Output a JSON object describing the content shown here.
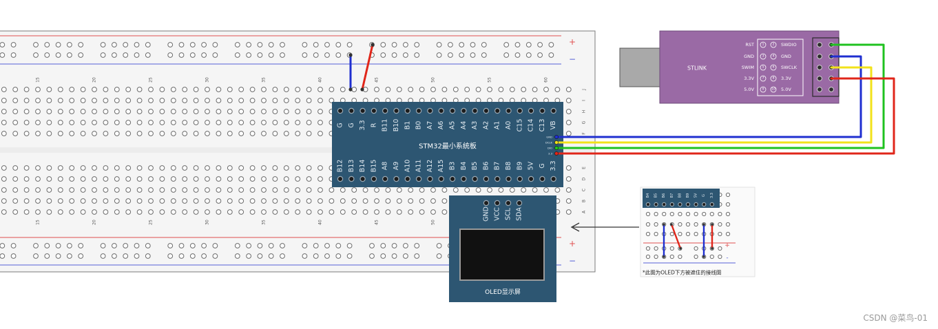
{
  "breadboard": {
    "column_numbers": [
      "15",
      "20",
      "25",
      "30",
      "35",
      "40",
      "45",
      "50",
      "55",
      "60"
    ],
    "row_letters_top": [
      "J",
      "I",
      "H",
      "G",
      "F"
    ],
    "row_letters_bottom": [
      "E",
      "D",
      "C",
      "B",
      "A"
    ],
    "rail_plus": "+",
    "rail_minus": "−"
  },
  "stm32": {
    "title": "STM32最小系统板",
    "top_pins": [
      "G",
      "G",
      "3.3",
      "R",
      "B11",
      "B10",
      "B1",
      "B0",
      "A7",
      "A6",
      "A5",
      "A4",
      "A3",
      "A2",
      "A1",
      "A0",
      "C15",
      "C14",
      "C13",
      "VB"
    ],
    "bottom_pins": [
      "B12",
      "B13",
      "B14",
      "B15",
      "A8",
      "A9",
      "A10",
      "A11",
      "A12",
      "A15",
      "B3",
      "B4",
      "B5",
      "B6",
      "B7",
      "B8",
      "B9",
      "5V",
      "G",
      "3.3"
    ],
    "swd_labels": [
      "GND",
      "DCLK",
      "DIO",
      "3.3"
    ]
  },
  "stlink": {
    "name": "STLINK",
    "left_labels": [
      "RST",
      "GND",
      "SWIM",
      "3.3V",
      "5.0V"
    ],
    "right_labels": [
      "SWDIO",
      "GND",
      "SWCLK",
      "3.3V",
      "5.0V"
    ],
    "left_numbers": [
      "1",
      "3",
      "5",
      "7",
      "9"
    ],
    "right_numbers": [
      "2",
      "4",
      "6",
      "8",
      "10"
    ]
  },
  "oled": {
    "pins": [
      "GND",
      "VCC",
      "SCL",
      "SDA"
    ],
    "label": "OLED显示屏"
  },
  "inset": {
    "pins": [
      "B4",
      "B5",
      "B6",
      "B7",
      "B8",
      "B9",
      "5V",
      "G",
      "3.3"
    ],
    "plus": "+",
    "minus": "-",
    "caption": "*此图为OLED下方被遮住的接线图"
  },
  "watermark": "CSDN @菜鸟-01",
  "colors": {
    "board": "#2d5672",
    "stlink_body": "#9a6aa5",
    "usb_plug": "#a9a9a9",
    "wire_blue": "#1f2fd0",
    "wire_red": "#e0261a",
    "wire_green": "#1fc21f",
    "wire_yellow": "#f2e21a",
    "rail_red": "#e05050",
    "rail_blue": "#5560d8"
  }
}
